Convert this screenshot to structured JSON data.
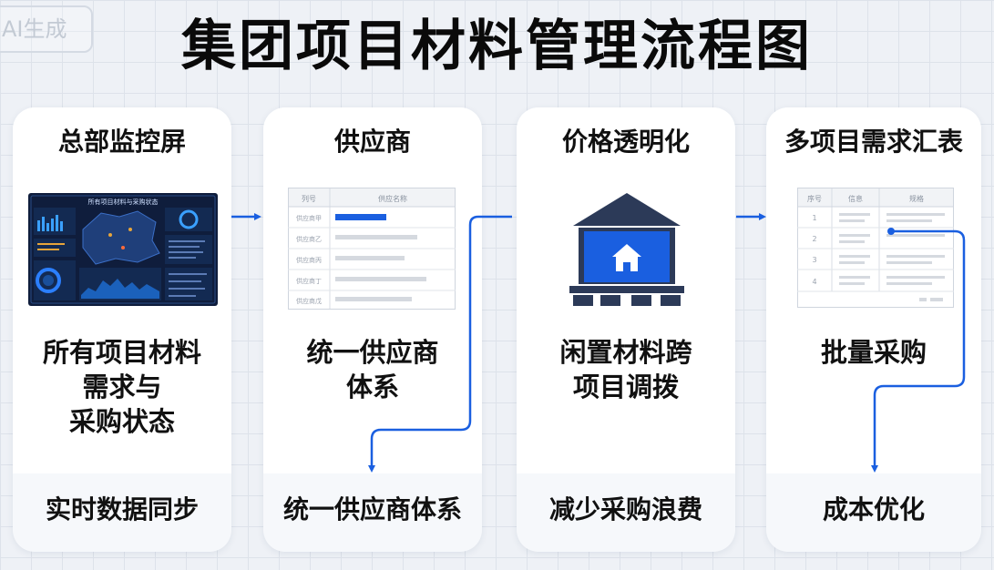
{
  "badge": "AI生成",
  "title": "集团项目材料管理流程图",
  "cards": [
    {
      "title": "总部监控屏",
      "body": [
        "所有项目材料",
        "需求与",
        "采购状态"
      ],
      "foot": "实时数据同步",
      "screen_title": "所有项目材料与采购状态"
    },
    {
      "title": "供应商",
      "body": [
        "统一供应商",
        "体系"
      ],
      "foot": "统一供应商体系",
      "table_headers": [
        "列号",
        "供应名称"
      ],
      "table_rows": [
        "供应商甲",
        "供应商乙",
        "供应商丙",
        "供应商丁",
        "供应商戊"
      ]
    },
    {
      "title": "价格透明化",
      "body": [
        "闲置材料跨",
        "项目调拨"
      ],
      "foot": "减少采购浪费"
    },
    {
      "title": "多项目需求汇表",
      "body": [
        "批量采购"
      ],
      "foot": "成本优化",
      "table_headers": [
        "序号",
        "信息",
        "规格"
      ],
      "table_rows": [
        "1",
        "2",
        "3",
        "4"
      ]
    }
  ],
  "colors": {
    "accent": "#1a5fe0",
    "house": "#2c3a58",
    "screen_bg": "#0f1d3c"
  }
}
